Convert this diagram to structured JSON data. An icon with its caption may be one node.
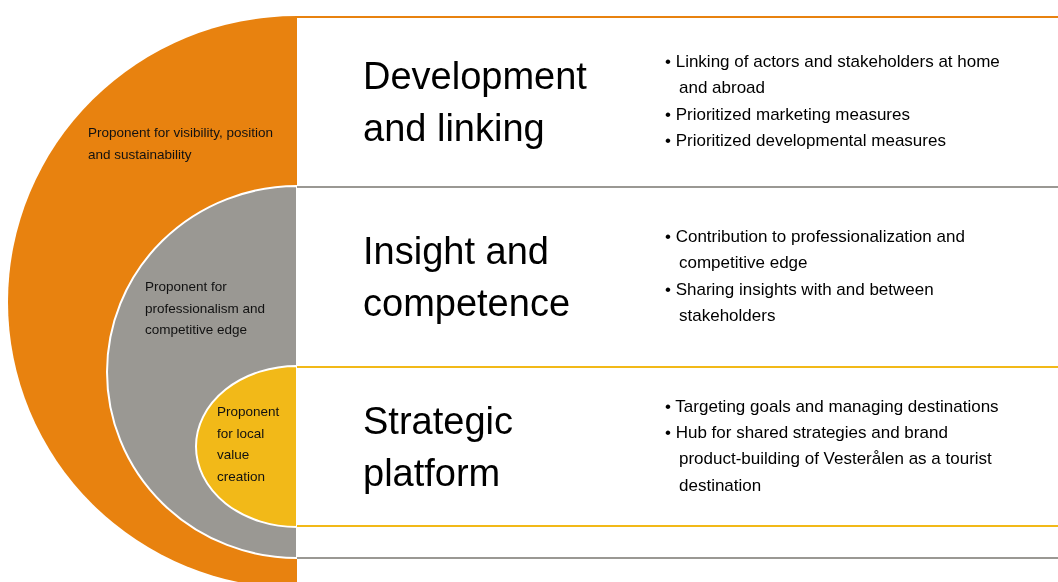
{
  "diagram": {
    "nodes": [
      {
        "text": [
          "Proponent for visibility, position and sustainability"
        ]
      },
      {
        "text": [
          "Proponent for professionalism and competitive edge"
        ],
        "in": 0
      },
      {
        "text": [
          "Proponent for local value creation"
        ],
        "in": 1
      },
      {
        "text": [
          "Development and linking",
          "• Linking of actors and stakeholders at home and abroad",
          "• Prioritized marketing measures",
          "• Prioritized developmental measures"
        ]
      },
      {
        "text": [
          "Insight and competence",
          "• Contribution to professionalization and competitive edge",
          "• Sharing insights with and between stakeholders"
        ]
      },
      {
        "text": [
          "Strategic platform",
          "• Targeting goals and managing destinations",
          "• Hub for shared strategies and brand product-building of Vesterålen as a tourist destination"
        ]
      }
    ]
  }
}
